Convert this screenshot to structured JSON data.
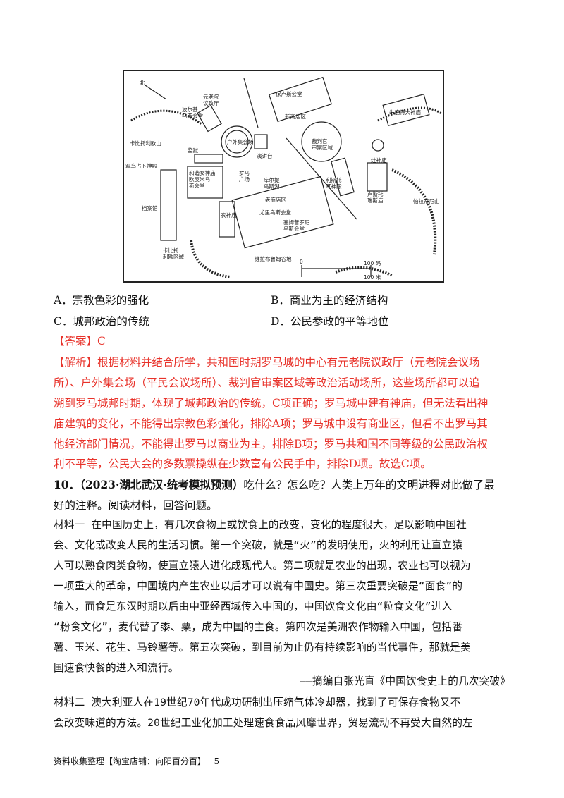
{
  "map": {
    "labels": [
      "北",
      "元老院\n议政厅",
      "波尔基\n乌斯会堂",
      "卡比托利欧山",
      "户外集会场",
      "监狱",
      "演讲台",
      "观鸟占卜神殿",
      "和谐女神庙\n欧皮米乌\n斯会堂",
      "档案馆",
      "罗马\n广场",
      "库尔提\n乌斯湖",
      "农神庙",
      "老商店区",
      "尤里乌斯会堂",
      "塞姆普罗尼\n乌斯会堂",
      "卡比托\n利欧区域",
      "维拉布鲁姆谷地",
      "保卢斯会堂",
      "新商店区",
      "裁判官\n审案区域",
      "利斯托\n耳神殿",
      "卢斯托\n瑞斯庙",
      "灶神庙",
      "帕拉蒂尼山",
      "朱庇特大神庙",
      "100 码",
      "100 米",
      "0"
    ]
  },
  "options": {
    "a": "A．宗教色彩的强化",
    "b": "B．商业为主的经济结构",
    "c": "C．城邦政治的传统",
    "d": "D．公民参政的平等地位"
  },
  "answer": "【答案】C",
  "analysis": [
    "【解析】根据材料并结合所学，共和国时期罗马城的中心有元老院议政厅（元老院会议场",
    "所）、户外集会场（平民会议场所）、裁判官审案区域等政治活动场所，这些场所都可以追",
    "溯到罗马城邦时期，体现了城邦政治的传统，C项正确；罗马城中建有神庙，但无法看出神",
    "庙建筑的变化，不能得出宗教色彩强化，排除A项；罗马城中设有商业区，但看不出罗马其",
    "他经济部门情况，不能得出罗马以商业为主，排除B项；罗马共和国不同等级的公民政治权",
    "利不平等，公民大会的多数票操纵在少数富有公民手中，排除D项。故选C项。"
  ],
  "question": {
    "number": "10．",
    "source": "（2023·湖北武汉·统考模拟预测）",
    "text1": "吃什么？怎么吃？人类上万年的文明进程对此做了最",
    "text2": "好的注释。阅读材料，回答问题。"
  },
  "material1": [
    "材料一  在中国历史上，有几次食物上或饮食上的改变，变化的程度很大，足以影响中国社",
    "会、文化或改变人民的生活习惯。第一个突破，就是“火”的发明使用，火的利用让直立猿",
    "人可以熟食肉类食物，使直立猿人进化成现代人。第二项就是农业的出现，农业也可以视为",
    "一项重大的革命，中国境内产生农业以后才可以说有中国史。第三次重要突破是“面食”的",
    "输入，面食是东汉时期以后由中亚经西域传入中国的，中国饮食文化由“粒食文化”进入",
    "“粉食文化”，麦代替了黍、粟，成为中国的主食。第四次是美洲农作物输入中国，包括番",
    "薯、玉米、花生、马铃薯等。第五次突破，到目前为止仍有持续影响的当代事件，那就是美",
    "国速食快餐的进入和流行。"
  ],
  "material1_source": "——摘编自张光直《中国饮食史上的几次突破》",
  "material2": [
    "材料二  澳大利亚人在19世纪70年代成功研制出压缩气体冷却器，找到了可保存食物又不",
    "会改变味道的方法。20世纪工业化加工处理速食食品风靡世界，贸易流动不再受大自然的左"
  ],
  "footer": {
    "text": "资料收集整理【淘宝店铺：向阳百分百】",
    "page": "5"
  }
}
